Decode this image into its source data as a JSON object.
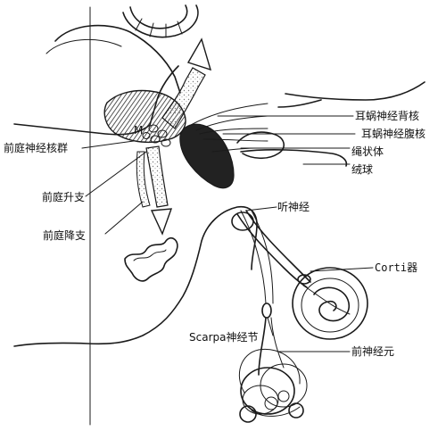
{
  "labels": {
    "vestibular_nuclei": "前庭神经核群",
    "vestibular_ascending": "前庭升支",
    "vestibular_descending": "前庭降支",
    "cochlear_dorsal_nucleus": "耳蜗神经背核",
    "cochlear_ventral_nucleus": "耳蜗神经腹核",
    "restiform_body": "绳状体",
    "flocculus": "绒球",
    "auditory_nerve": "听神经",
    "corti_organ": "Corti器",
    "scarpa_ganglion": "Scarpa神经节",
    "vestibular_neuron": "前神经元",
    "nucleus_marker": "M"
  },
  "colors": {
    "ink": "#1a1a1a",
    "background": "#ffffff",
    "dark_fill": "#222222",
    "stipple": "#7a7a7a"
  }
}
